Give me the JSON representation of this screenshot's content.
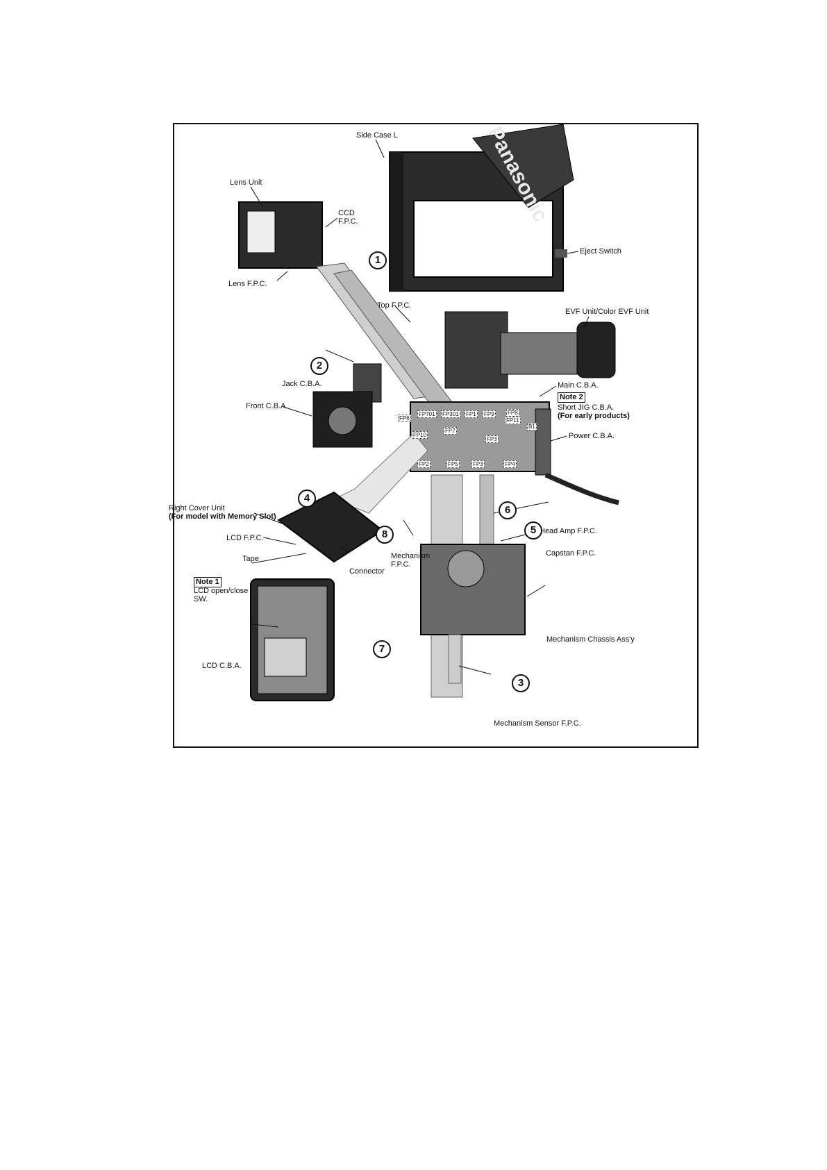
{
  "figure": {
    "brand_text": "Panasonic",
    "labels": {
      "side_case_l": "Side Case L",
      "lens_unit": "Lens Unit",
      "ccd_fpc_1": "CCD",
      "ccd_fpc_2": "F.P.C.",
      "lens_fpc": "Lens F.P.C.",
      "eject_switch": "Eject Switch",
      "top_fpc": "Top F.P.C.",
      "evf_unit": "EVF Unit/Color EVF Unit",
      "jack_cba": "Jack C.B.A.",
      "main_cba": "Main C.B.A.",
      "note2": "Note 2",
      "short_jig": "Short JIG C.B.A.",
      "early_products": "(For early products)",
      "front_cba": "Front C.B.A.",
      "power_cba": "Power C.B.A.",
      "right_cover_unit": "Right Cover Unit",
      "memory_slot": "(For model with Memory Slot)",
      "lcd_fpc": "LCD F.P.C.",
      "head_amp_fpc": "Head Amp F.P.C.",
      "capstan_fpc": "Capstan F.P.C.",
      "tape": "Tape",
      "mechanism_fpc_1": "Mechanism",
      "mechanism_fpc_2": "F.P.C.",
      "connector": "Connector",
      "note1": "Note 1",
      "lcd_switch_1": "LCD open/close",
      "lcd_switch_2": "SW.",
      "mechanism_chassis": "Mechanism Chassis Ass'y",
      "lcd_cba": "LCD C.B.A.",
      "mechanism_sensor_fpc": "Mechanism Sensor F.P.C."
    },
    "numbers": [
      "1",
      "2",
      "3",
      "4",
      "5",
      "6",
      "7",
      "8"
    ],
    "fp_tags": [
      "FP6",
      "FP701",
      "FP301",
      "FP1",
      "FP9",
      "FP8",
      "FP11",
      "FP7",
      "FP10",
      "FP3",
      "FP2",
      "FP5",
      "FP3",
      "FP4",
      "B1"
    ]
  }
}
